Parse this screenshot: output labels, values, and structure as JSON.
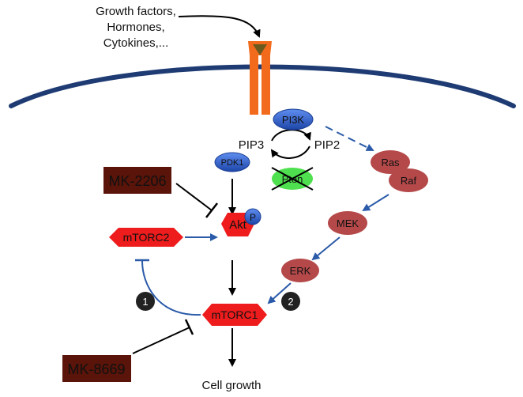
{
  "ligand_text": [
    "Growth factors,",
    "Hormones,",
    "Cytokines,..."
  ],
  "nodes": {
    "pi3k": "PI3K",
    "pip3": "PIP3",
    "pip2": "PIP2",
    "pdk1": "PDK1",
    "pten": "Pten",
    "ras": "Ras",
    "raf": "Raf",
    "mek": "MEK",
    "erk": "ERK",
    "akt": "Akt",
    "phospho": "P",
    "mtorc2": "mTORC2",
    "mtorc1": "mTORC1",
    "inhibitor1": "MK-2206",
    "inhibitor2": "MK-8669",
    "badge1": "1",
    "badge2": "2",
    "output": "Cell growth"
  },
  "colors": {
    "membrane": "#1f3b73",
    "receptor": "#f26a1b",
    "receptor_cap": "#6b5a1e",
    "blue_node": "#2b5bc8",
    "green_node": "#4fe04f",
    "mapk_node": "#b5494a",
    "hex_node": "#ee1c1c",
    "drug_box": "#5a1409",
    "badge": "#222222",
    "blue_arrow": "#2a5aa8"
  }
}
